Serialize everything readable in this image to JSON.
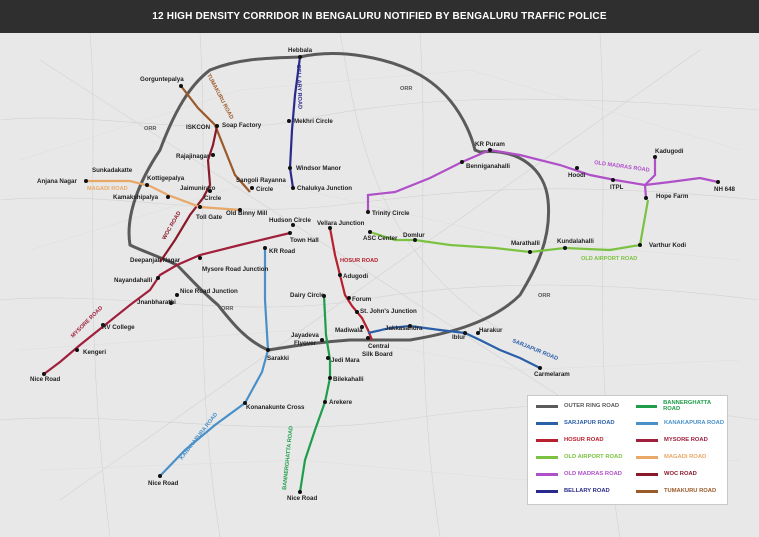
{
  "title": "12 HIGH DENSITY CORRIDOR IN BENGALURU NOTIFIED BY BENGALURU TRAFFIC POLICE",
  "colors": {
    "outer_ring_road": "#5a5a5a",
    "sarjapur_road": "#2b5fa8",
    "hosur_road": "#b8202e",
    "old_airport_road": "#7cc242",
    "old_madras_road": "#b050c8",
    "bellary_road": "#2a2a8c",
    "bannerghatta_road": "#1e9e4a",
    "kanakapura_road": "#4a90c8",
    "mysore_road": "#a0203c",
    "magadi_road": "#e8a868",
    "woc_road": "#8a1a2a",
    "tumakuru_road": "#9a5a2a"
  },
  "road_labels": {
    "bellary": "BELLARY ROAD",
    "tumakuru": "TUMAKURU ROAD",
    "magadi": "MAGADI ROAD",
    "woc": "WOC ROAD",
    "hosur": "HOSUR ROAD",
    "old_madras": "OLD MADRAS ROAD",
    "old_airport": "OLD AIRPORT ROAD",
    "sarjapur": "SARJAPUR ROAD",
    "mysore": "MYSORE ROAD",
    "kanakapura": "KANAKAPURA ROAD",
    "bannerghatta": "BANNERGHATTA ROAD",
    "orr": "ORR"
  },
  "places": {
    "hebbala": "Hebbala",
    "gorguntepalya": "Gorguntepalya",
    "mekhri_circle": "Mekhri Circle",
    "iskcon": "ISKCON",
    "soap_factory": "Soap Factory",
    "rajajinagar": "Rajajinagar",
    "windsor_manor": "Windsor Manor",
    "chalukya_junction": "Chalukya Junction",
    "sangoli_rayanna": "Sangoli Rayanna",
    "circle": "Circle",
    "sunkadakatte": "Sunkadakatte",
    "anjana_nagar": "Anjana Nagar",
    "kottigepalya": "Kottigepalya",
    "jaimuniraro": "Jaimuniraro",
    "kamakshipalya": "Kamakshipalya",
    "kamakshipalya_circle": "Circle",
    "toll_gate": "Toll Gate",
    "old_binny_mill": "Old Binny Mill",
    "hudson_circle": "Hudson Circle",
    "town_hall": "Town Hall",
    "vellara_junction": "Vellara Junction",
    "trinity_circle": "Trinity Circle",
    "asc_center": "ASC Center",
    "domlur": "Domlur",
    "kr_puram": "KR Puram",
    "benniganahalli": "Benniganahalli",
    "hoodi": "Hoodi",
    "itpl": "ITPL",
    "kadugodi": "Kadugodi",
    "nh648": "NH 648",
    "hope_farm": "Hope Farm",
    "marathalli": "Marathalli",
    "kundalahalli": "Kundalahalli",
    "varthur_kodi": "Varthur Kodi",
    "kr_road": "KR Road",
    "deepanjali_nagar": "Deepanjali Nagar",
    "mysore_road_junction": "Mysore Road Junction",
    "nayandahalli": "Nayandahalli",
    "nice_road_junction": "Nice Road Junction",
    "jnanbharathi": "Jnanbharathi",
    "rv_college": "RV College",
    "kengeri": "Kengeri",
    "nice_road_w": "Nice Road",
    "adugodi": "Adugodi",
    "dairy_circle": "Dairy Circle",
    "forum": "Forum",
    "st_johns_junction": "St. John's Junction",
    "madiwala": "Madiwala",
    "jakkasandra": "Jakkasandra",
    "central_silk_board_1": "Central",
    "central_silk_board_2": "Silk Board",
    "jayadeva_1": "Jayadeva",
    "jayadeva_2": "Flyover",
    "jedi_mara": "Jedi Mara",
    "sarakki": "Sarakki",
    "ibulr": "Iblur",
    "harakur": "Harakur",
    "carmelaram": "Carmelaram",
    "bilekahalli": "Bilekahalli",
    "arekere": "Arekere",
    "konanakunte_cross": "Konanakunte Cross",
    "nice_road_sw": "Nice Road",
    "nice_road_s": "Nice Road"
  },
  "legend": [
    {
      "label": "OUTER RING ROAD",
      "color": "#5a5a5a"
    },
    {
      "label": "BANNERGHATTA ROAD",
      "color": "#1e9e4a"
    },
    {
      "label": "SARJAPUR ROAD",
      "color": "#2b5fa8"
    },
    {
      "label": "KANAKAPURA ROAD",
      "color": "#4a90c8"
    },
    {
      "label": "HOSUR ROAD",
      "color": "#b8202e"
    },
    {
      "label": "MYSORE ROAD",
      "color": "#a0203c"
    },
    {
      "label": "OLD AIRPORT ROAD",
      "color": "#7cc242"
    },
    {
      "label": "MAGADI ROAD",
      "color": "#e8a868"
    },
    {
      "label": "OLD MADRAS ROAD",
      "color": "#b050c8"
    },
    {
      "label": "WOC ROAD",
      "color": "#8a1a2a"
    },
    {
      "label": "BELLARY ROAD",
      "color": "#2a2a8c"
    },
    {
      "label": "TUMAKURU ROAD",
      "color": "#9a5a2a"
    }
  ]
}
